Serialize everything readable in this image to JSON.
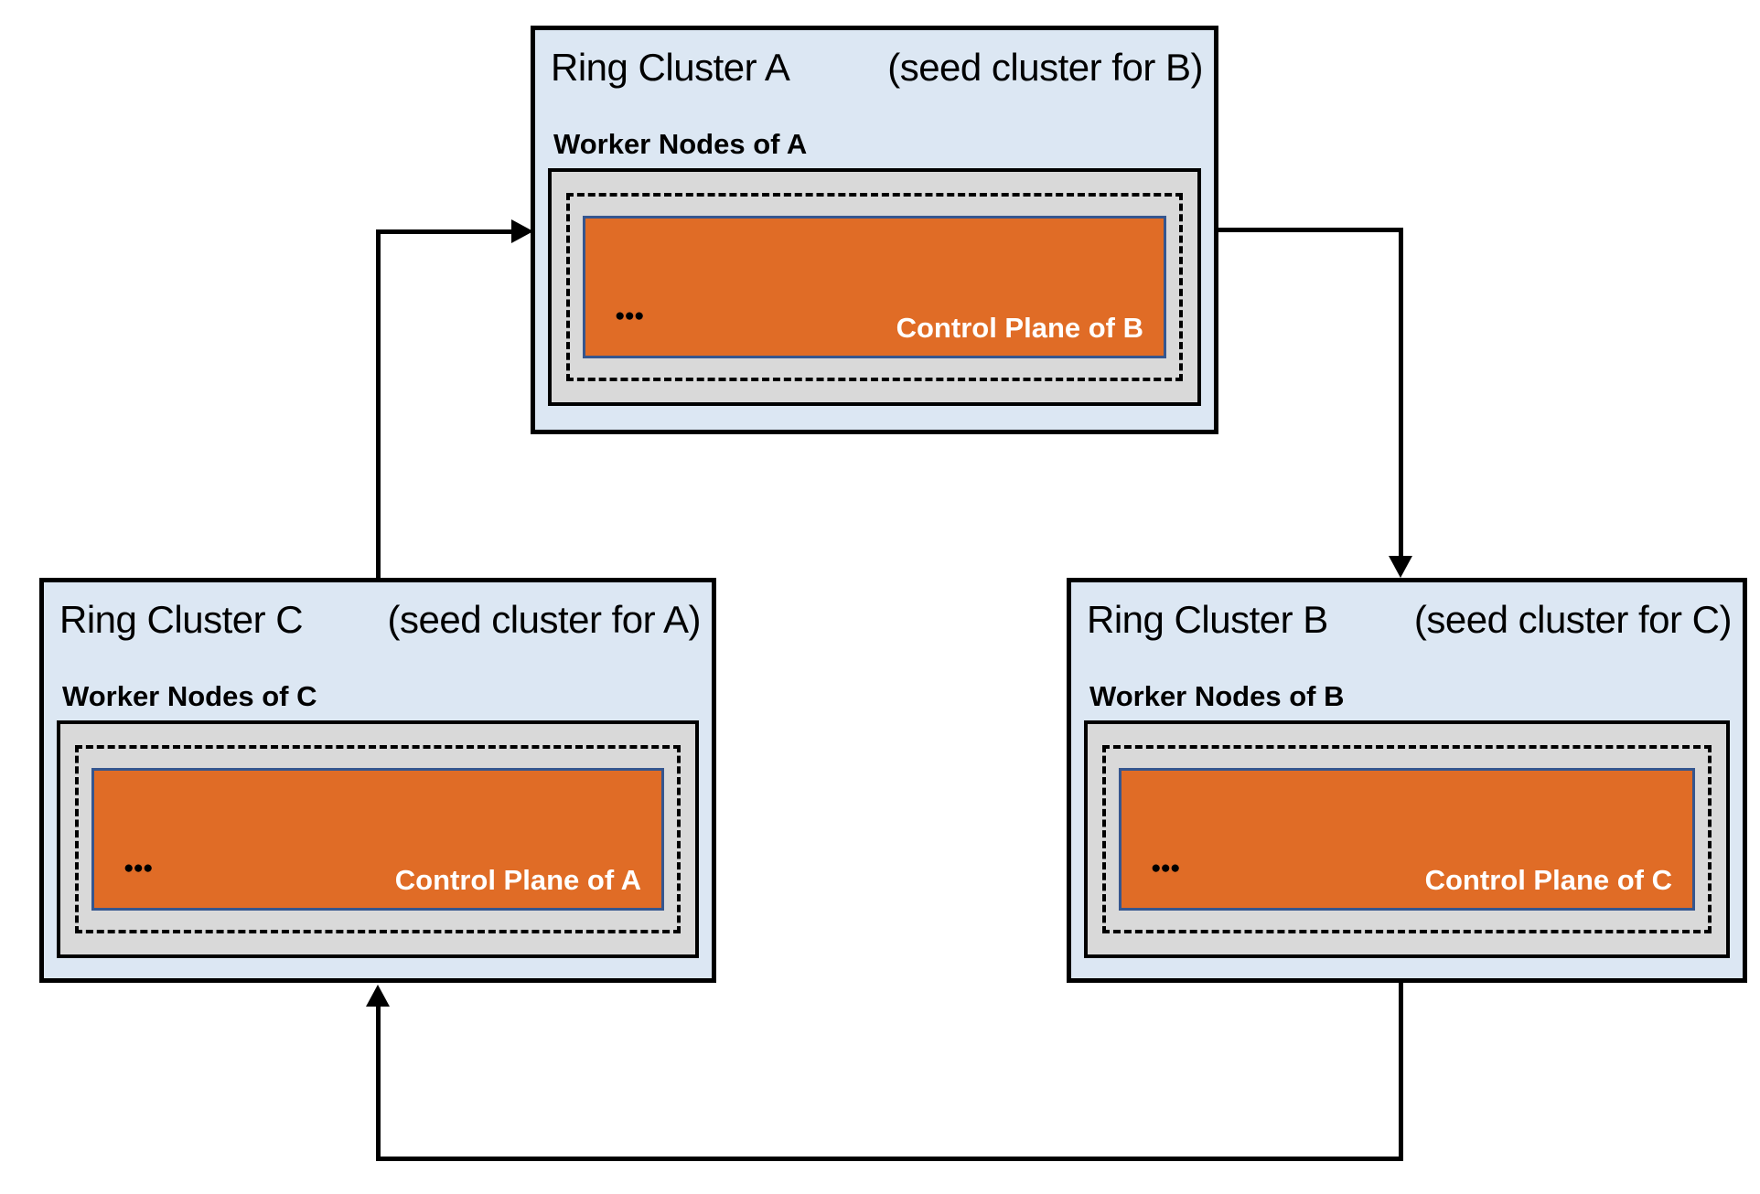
{
  "diagram": {
    "type": "architecture-diagram",
    "background": "#ffffff",
    "description": "Three Kubernetes-style ring clusters hosting each other's control planes in a cycle"
  },
  "colors": {
    "cluster_bg": "#dce7f3",
    "cluster_border": "#000000",
    "worker_area_bg": "#d9d9d9",
    "worker_area_border": "#000000",
    "dashed_boundary_border": "#000000",
    "control_plane_bg": "#e06c26",
    "control_plane_border": "#35568f",
    "control_plane_text": "#ffffff",
    "title_text": "#000000",
    "arrow": "#000000"
  },
  "clusters": [
    {
      "id": "A",
      "position": "top-center",
      "title": "Ring Cluster A",
      "subtitle": "(seed cluster for B)",
      "worker_label": "Worker Nodes of A",
      "control_plane_label": "Control Plane of B",
      "ellipsis": "●●●"
    },
    {
      "id": "C",
      "position": "bottom-left",
      "title": "Ring Cluster C",
      "subtitle": "(seed cluster for A)",
      "worker_label": "Worker Nodes of C",
      "control_plane_label": "Control Plane of A",
      "ellipsis": "●●●"
    },
    {
      "id": "B",
      "position": "bottom-right",
      "title": "Ring Cluster B",
      "subtitle": "(seed cluster for C)",
      "worker_label": "Worker Nodes of B",
      "control_plane_label": "Control Plane of C",
      "ellipsis": "●●●"
    }
  ],
  "connections": [
    {
      "from": "Ring Cluster C",
      "to": "Ring Cluster A",
      "meaning": "C seeds A"
    },
    {
      "from": "Ring Cluster A",
      "to": "Ring Cluster B",
      "meaning": "A seeds B"
    },
    {
      "from": "Ring Cluster B",
      "to": "Ring Cluster C",
      "meaning": "B seeds C"
    }
  ]
}
